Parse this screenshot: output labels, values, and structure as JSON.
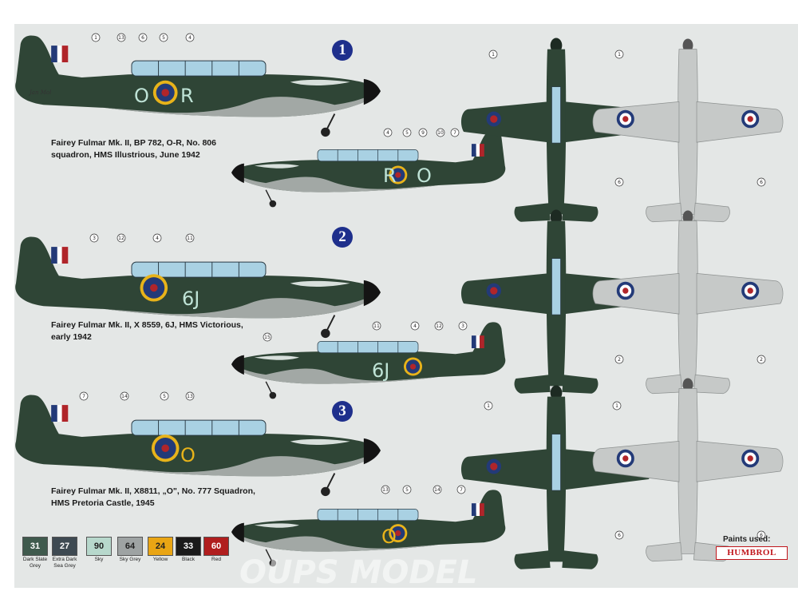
{
  "captions": {
    "c1": "Fairey Fulmar Mk. II, BP 782, O-R, No. 806\nsquadron, HMS Illustrious, June 1942",
    "c2": "Fairey Fulmar Mk. II, X 8559, 6J, HMS Victorious,\nearly 1942",
    "c3": "Fairey Fulmar Mk. II, X8811, „O\", No. 777 Squadron,\nHMS Pretoria Castle, 1945"
  },
  "badges": [
    "1",
    "2",
    "3"
  ],
  "codes": {
    "a1_left": "O",
    "a1_right": "R",
    "a1b_left": "R",
    "a1b_right": "O",
    "a2": "6J",
    "a2b": "6J",
    "a3": "O",
    "a3b": "O"
  },
  "callouts": {
    "p1_top": [
      "1",
      "13",
      "6",
      "5",
      "4"
    ],
    "p1_bot": [
      "4",
      "5",
      "9",
      "10",
      "7"
    ],
    "p2_top": [
      "3",
      "12",
      "4",
      "11"
    ],
    "p2_bot": [
      "15",
      "11",
      "4",
      "12",
      "3"
    ],
    "p3_top": [
      "7",
      "14",
      "5",
      "13"
    ],
    "p3_bot": [
      "13",
      "5",
      "14",
      "7"
    ],
    "plan1": [
      "1",
      "1"
    ],
    "plan1_under": [
      "6",
      "6"
    ],
    "plan2_under": [
      "2",
      "2"
    ],
    "plan3": [
      "1",
      "1"
    ],
    "plan3_under": [
      "6",
      "6"
    ]
  },
  "signature": "Jan Mol",
  "paints_label": "Paints used:",
  "paints_brand": "HUMBROL",
  "paints": [
    {
      "code": "31",
      "name": "Dark Slate\nGrey",
      "color": "#3f5a4d"
    },
    {
      "code": "27",
      "name": "Extra Dark\nSea Grey",
      "color": "#3e4a52"
    },
    {
      "code": "90",
      "name": "Sky",
      "color": "#b7d8cc"
    },
    {
      "code": "64",
      "name": "Sky Grey",
      "color": "#9ea3a3"
    },
    {
      "code": "24",
      "name": "Yellow",
      "color": "#e9a514"
    },
    {
      "code": "33",
      "name": "Black",
      "color": "#1a1a1a"
    },
    {
      "code": "60",
      "name": "Red",
      "color": "#b01e1e"
    }
  ],
  "colors": {
    "dark_green": "#2f4536",
    "sea_grey": "#4b5a57",
    "sky": "#bfe3d6",
    "light_grey": "#c6c9c8",
    "roundel_blue": "#233a78",
    "roundel_red": "#b0252a",
    "roundel_yellow": "#e8b31a",
    "brand_red": "#c0151b"
  }
}
